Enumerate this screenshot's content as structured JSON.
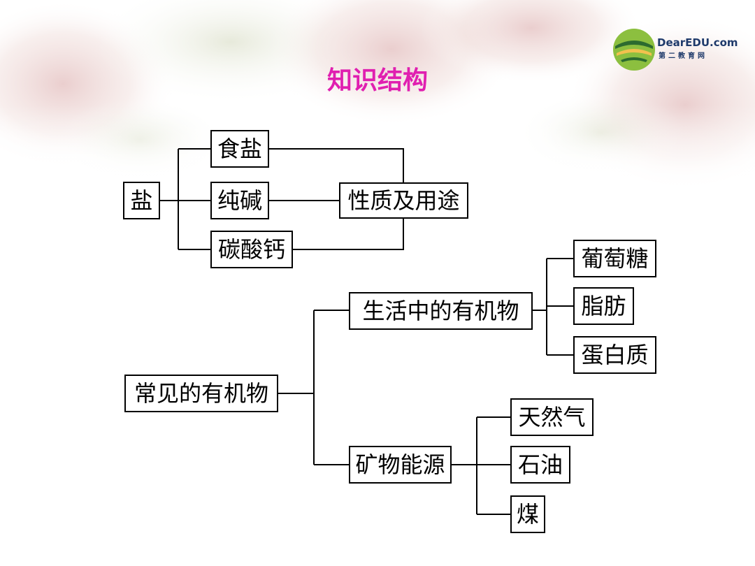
{
  "title": "知识结构",
  "title_color": "#e01fb0",
  "logo": {
    "name": "DearEDU.com",
    "sub": "第二教育网",
    "icon": "dearedu-logo-icon"
  },
  "salt": {
    "root": "盐",
    "items": [
      "食盐",
      "纯碱",
      "碳酸钙"
    ],
    "target": "性质及用途"
  },
  "organic": {
    "root": "常见的有机物",
    "life": {
      "label": "生活中的有机物",
      "items": [
        "葡萄糖",
        "脂肪",
        "蛋白质"
      ]
    },
    "energy": {
      "label": "矿物能源",
      "items": [
        "天然气",
        "石油",
        "煤"
      ]
    }
  }
}
